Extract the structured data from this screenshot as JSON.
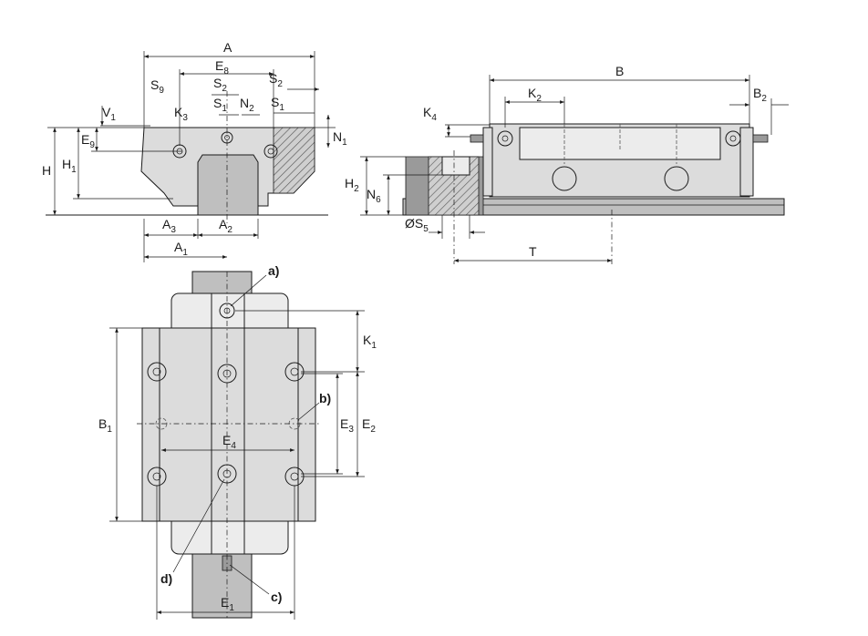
{
  "colors": {
    "line": "#1a1a1a",
    "body_fill": "#dcdcdc",
    "rail_fill": "#bfbfbf",
    "light_fill": "#ececec"
  },
  "front_view": {
    "A": {
      "main": "A",
      "sub": ""
    },
    "E8": {
      "main": "E",
      "sub": "8"
    },
    "S9": {
      "main": "S",
      "sub": "9"
    },
    "S2_left": {
      "main": "S",
      "sub": "2"
    },
    "S2_right": {
      "main": "S",
      "sub": "2"
    },
    "V1": {
      "main": "V",
      "sub": "1"
    },
    "K3": {
      "main": "K",
      "sub": "3"
    },
    "S1_left": {
      "main": "S",
      "sub": "1"
    },
    "N2": {
      "main": "N",
      "sub": "2"
    },
    "S1_right": {
      "main": "S",
      "sub": "1"
    },
    "N1": {
      "main": "N",
      "sub": "1"
    },
    "E9": {
      "main": "E",
      "sub": "9"
    },
    "H": {
      "main": "H",
      "sub": ""
    },
    "H1": {
      "main": "H",
      "sub": "1"
    },
    "A3": {
      "main": "A",
      "sub": "3"
    },
    "A2": {
      "main": "A",
      "sub": "2"
    },
    "A1": {
      "main": "A",
      "sub": "1"
    }
  },
  "side_view": {
    "B": {
      "main": "B",
      "sub": ""
    },
    "K2": {
      "main": "K",
      "sub": "2"
    },
    "B2": {
      "main": "B",
      "sub": "2"
    },
    "K4": {
      "main": "K",
      "sub": "4"
    },
    "H2": {
      "main": "H",
      "sub": "2"
    },
    "N6": {
      "main": "N",
      "sub": "6"
    },
    "S5": {
      "main": "ØS",
      "sub": "5"
    },
    "T": {
      "main": "T",
      "sub": ""
    }
  },
  "top_view": {
    "K1": {
      "main": "K",
      "sub": "1"
    },
    "B1": {
      "main": "B",
      "sub": "1"
    },
    "E3": {
      "main": "E",
      "sub": "3"
    },
    "E2": {
      "main": "E",
      "sub": "2"
    },
    "E4": {
      "main": "E",
      "sub": "4"
    },
    "E1": {
      "main": "E",
      "sub": "1"
    },
    "note_a": "a)",
    "note_b": "b)",
    "note_c": "c)",
    "note_d": "d)"
  }
}
